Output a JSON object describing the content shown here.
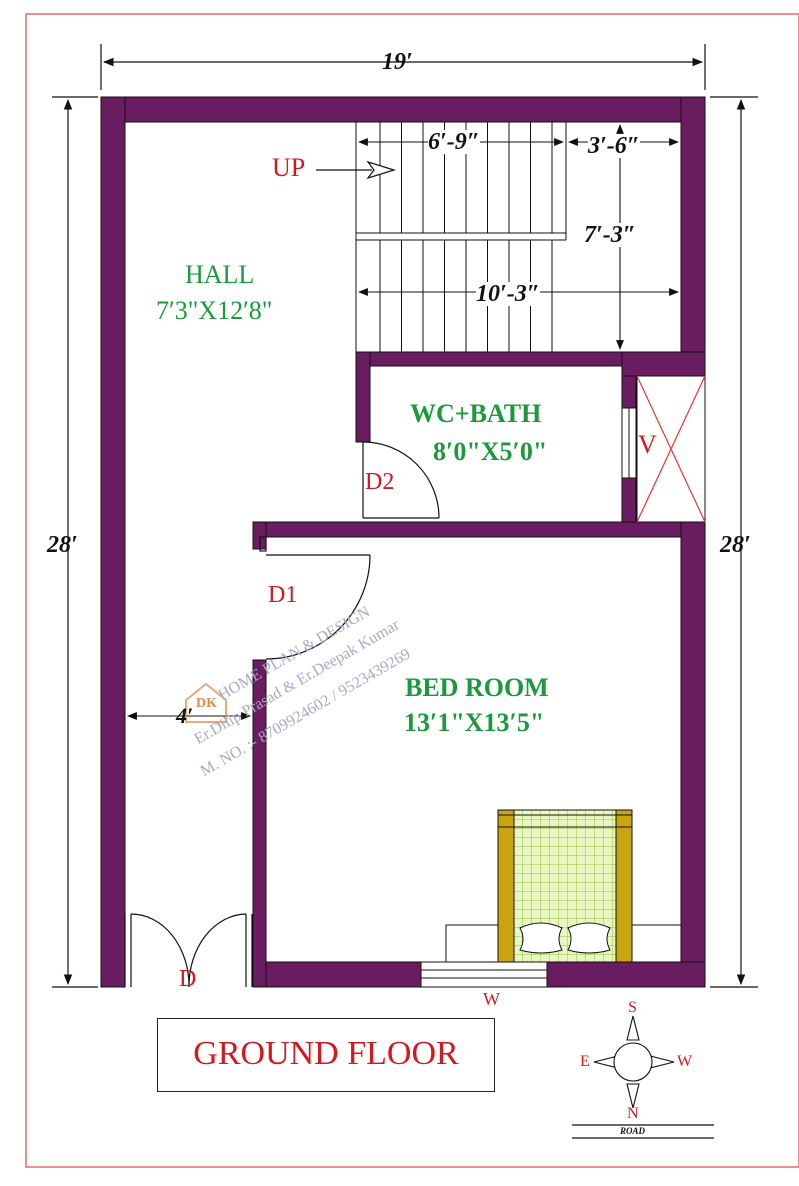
{
  "drawing": {
    "overall_width": "19′",
    "overall_depth_left": "28′",
    "overall_depth_right": "28′"
  },
  "staircase": {
    "up_label": "UP",
    "dim_top_width": "6′-9″",
    "dim_landing": "3′-6″",
    "dim_height": "7′-3″",
    "dim_bottom_width": "10′-3″"
  },
  "rooms": {
    "hall": {
      "name": "HALL",
      "size": "7′3\"X12′8\""
    },
    "wc": {
      "name": "WC+BATH",
      "size": "8′0\"X5′0\""
    },
    "bedroom": {
      "name": "BED ROOM",
      "size": "13′1\"X13′5\""
    }
  },
  "openings": {
    "door_d2": "D2",
    "door_d1": "D1",
    "main_door": "D",
    "window": "W",
    "ventilator": "V",
    "passage_width": "4′"
  },
  "watermark": {
    "line1": "HOME PLAN & DESIGN",
    "line2": "Er.Dilip Prasad & Er.Deepak Kumar",
    "line3": "M. NO. :- 8709924602 / 9523439269",
    "logo": "DK"
  },
  "footer": {
    "title": "GROUND FLOOR",
    "road_label": "ROAD"
  },
  "compass": {
    "n": "N",
    "s": "S",
    "e": "E",
    "w": "W"
  },
  "colors": {
    "wall": "#6a1c61",
    "room_text": "#1a9a3c",
    "label_red": "#d3191d",
    "sheet_border": "#e36b6b",
    "bed_frame": "#c9a512",
    "bed_sheet": "#d9ef9a",
    "watermark": "#a9a9c7"
  }
}
